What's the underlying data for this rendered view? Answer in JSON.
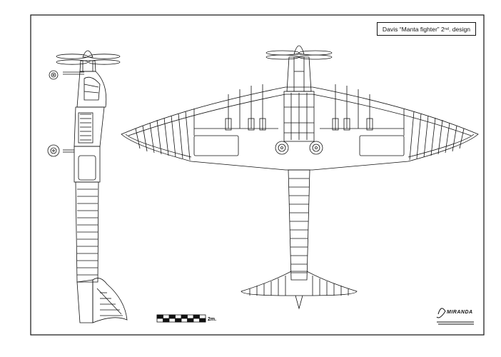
{
  "title": {
    "prefix": "Davis “Manta fighter” 2",
    "superscript": "nd",
    "suffix": ". design"
  },
  "scale": {
    "label": "2m."
  },
  "signature": {
    "text": "MIRANDA"
  }
}
